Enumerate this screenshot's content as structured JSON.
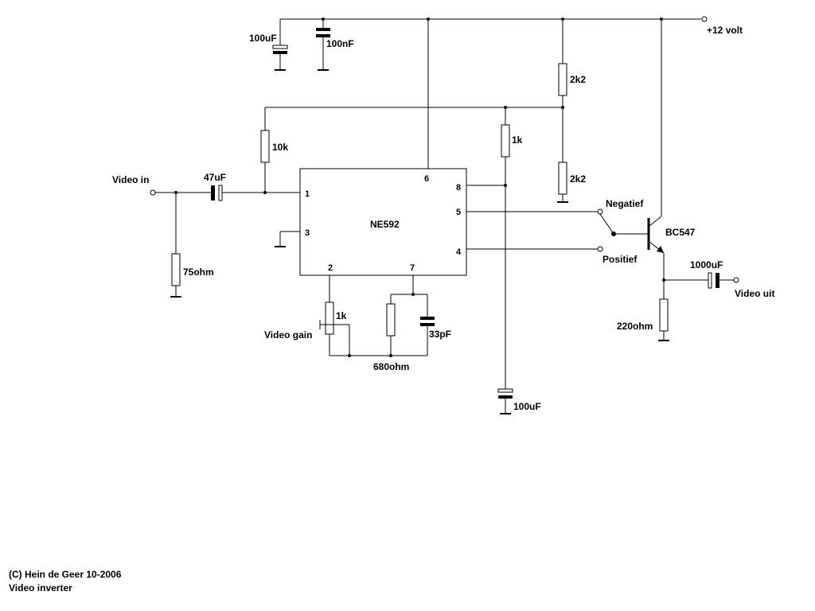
{
  "labels": {
    "supply": "+12 volt",
    "video_in": "Video in",
    "video_out": "Video uit",
    "negatief": "Negatief",
    "positief": "Positief",
    "video_gain": "Video gain",
    "copyright": "(C) Hein de Geer 10-2006",
    "title": "Video inverter"
  },
  "ic": {
    "name": "NE592",
    "pin1": "1",
    "pin2": "2",
    "pin3": "3",
    "pin4": "4",
    "pin5": "5",
    "pin6": "6",
    "pin7": "7",
    "pin8": "8"
  },
  "components": {
    "c_100uF_top": "100uF",
    "c_100nF": "100nF",
    "r_2k2_top": "2k2",
    "r_2k2_bottom": "2k2",
    "r_10k": "10k",
    "r_1k": "1k",
    "c_47uF": "47uF",
    "r_75ohm": "75ohm",
    "pot_1k": "1k",
    "r_680ohm": "680ohm",
    "c_33pF": "33pF",
    "c_100uF_bottom": "100uF",
    "transistor": "BC547",
    "c_1000uF": "1000uF",
    "r_220ohm": "220ohm"
  }
}
